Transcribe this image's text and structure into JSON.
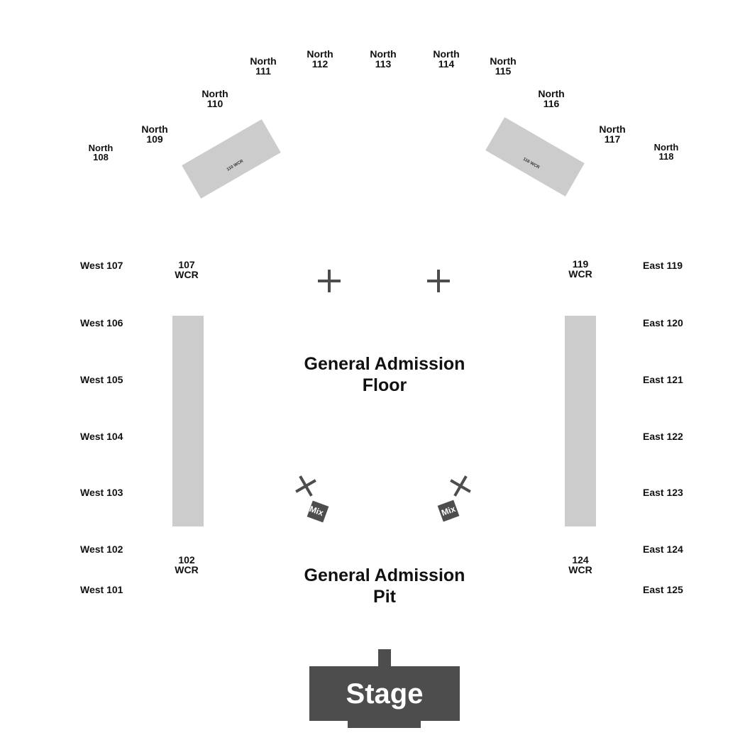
{
  "north_sections": [
    {
      "id": "north-108",
      "line1": "North",
      "line2": "108"
    },
    {
      "id": "north-109",
      "line1": "North",
      "line2": "109"
    },
    {
      "id": "north-110",
      "line1": "North",
      "line2": "110"
    },
    {
      "id": "north-111",
      "line1": "North",
      "line2": "111"
    },
    {
      "id": "north-112",
      "line1": "North",
      "line2": "112"
    },
    {
      "id": "north-113",
      "line1": "North",
      "line2": "113"
    },
    {
      "id": "north-114",
      "line1": "North",
      "line2": "114"
    },
    {
      "id": "north-115",
      "line1": "North",
      "line2": "115"
    },
    {
      "id": "north-116",
      "line1": "North",
      "line2": "116"
    },
    {
      "id": "north-117",
      "line1": "North",
      "line2": "117"
    },
    {
      "id": "north-118",
      "line1": "North",
      "line2": "118"
    }
  ],
  "west_sections": [
    "West 107",
    "West 106",
    "West 105",
    "West 104",
    "West 103",
    "West 102",
    "West 101"
  ],
  "east_sections": [
    "East 119",
    "East 120",
    "East 121",
    "East 122",
    "East 123",
    "East 124",
    "East 125"
  ],
  "wcr": {
    "wcr_107": {
      "line1": "107",
      "line2": "WCR"
    },
    "wcr_119": {
      "line1": "119",
      "line2": "WCR"
    },
    "wcr_102": {
      "line1": "102",
      "line2": "WCR"
    },
    "wcr_124": {
      "line1": "124",
      "line2": "WCR"
    },
    "wcr_110_bar": "110 WCR",
    "wcr_116_bar": "116 WCR"
  },
  "floor": {
    "line1": "General Admission",
    "line2": "Floor"
  },
  "pit": {
    "line1": "General Admission",
    "line2": "Pit"
  },
  "stage": "Stage",
  "mix_left": "Mix",
  "mix_right": "Mix",
  "colors": {
    "section_fill": "#cccccc",
    "stage_fill": "#4d4d4d",
    "marker": "#4d4d4d",
    "text": "#111111"
  }
}
